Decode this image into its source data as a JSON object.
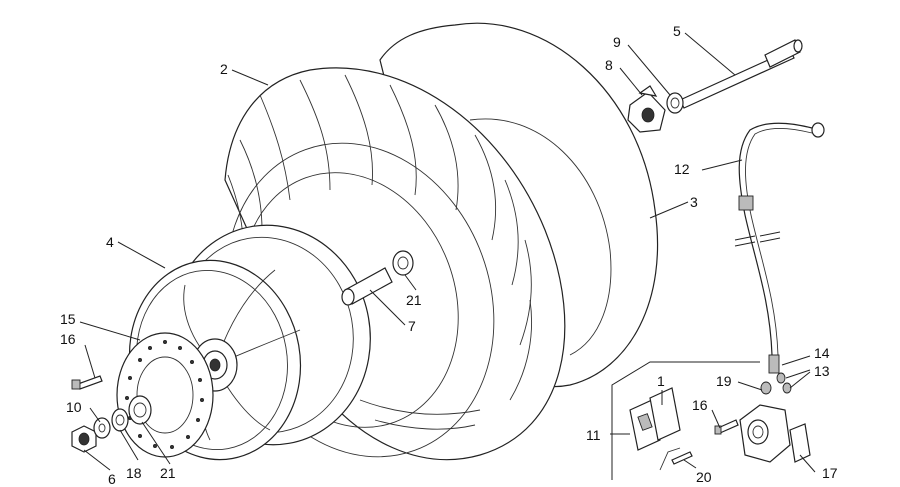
{
  "labels": {
    "l1": "1",
    "l2": "2",
    "l3": "3",
    "l4": "4",
    "l5": "5",
    "l6": "6",
    "l7": "7",
    "l8": "8",
    "l9": "9",
    "l10": "10",
    "l11": "11",
    "l12": "12",
    "l13": "13",
    "l14": "14",
    "l15": "15",
    "l16a": "16",
    "l16b": "16",
    "l17": "17",
    "l18": "18",
    "l19": "19",
    "l20": "20",
    "l21a": "21",
    "l21b": "21"
  }
}
